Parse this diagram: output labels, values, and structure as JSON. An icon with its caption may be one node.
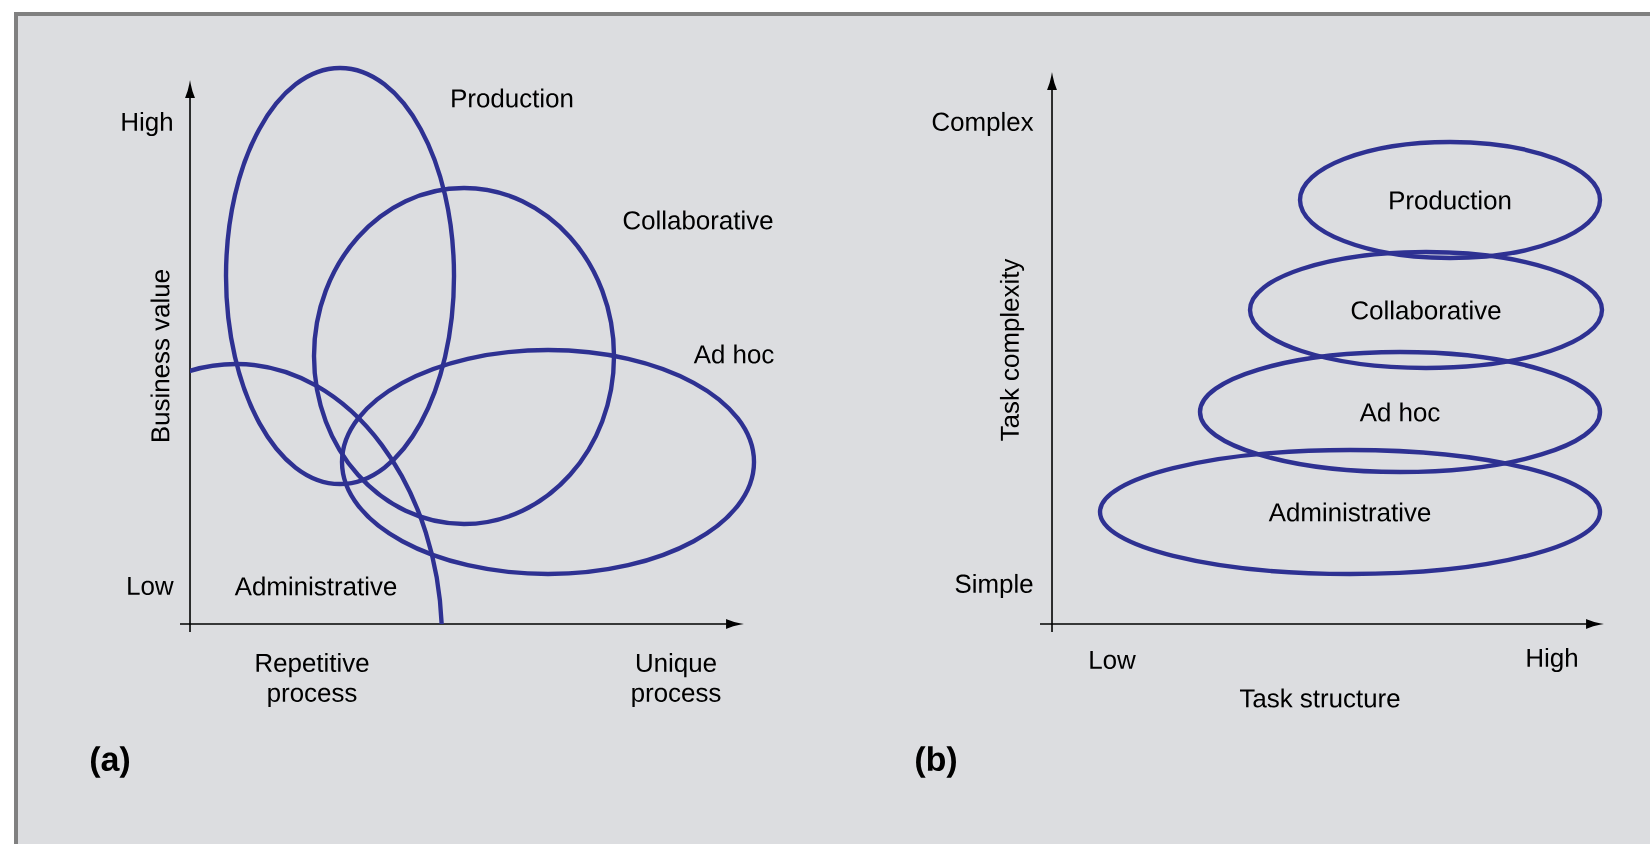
{
  "diagram": {
    "nodes": [
      {
        "text": [
          "Production"
        ]
      },
      {
        "text": [
          "Collaborative"
        ]
      },
      {
        "text": [
          "Ad hoc"
        ]
      },
      {
        "text": [
          "Administrative"
        ]
      },
      {
        "text": [
          "Production"
        ]
      },
      {
        "text": [
          "Collaborative"
        ]
      },
      {
        "text": [
          "Ad hoc"
        ]
      },
      {
        "text": [
          "Administrative"
        ]
      }
    ],
    "labels": [
      "High",
      "Business value",
      "Low",
      "Repetitive process",
      "Unique process",
      "(a)",
      "Complex",
      "Task complexity",
      "Simple",
      "Low",
      "High",
      "Task structure",
      "(b)"
    ]
  }
}
